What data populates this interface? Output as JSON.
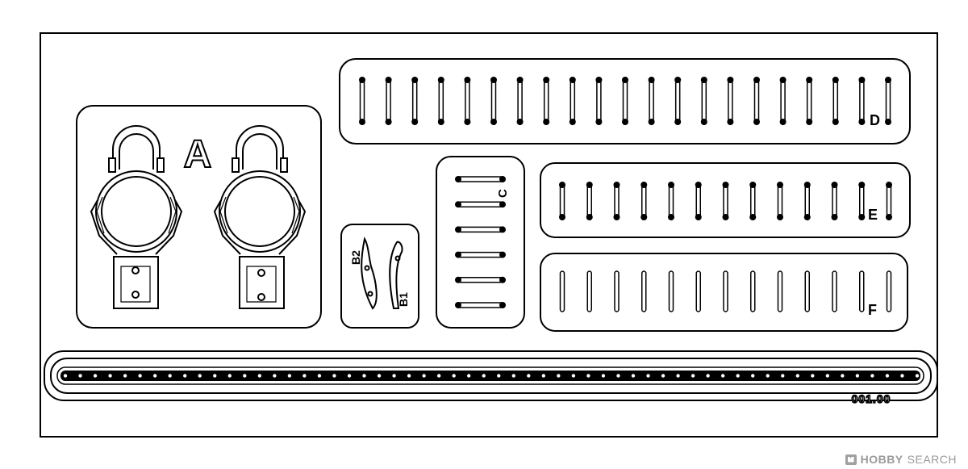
{
  "sheet": {
    "labels": {
      "a": "A",
      "b1": "B1",
      "b2": "B2",
      "c": "C",
      "d": "D",
      "e": "E",
      "f": "F"
    },
    "counts": {
      "d_rods": 21,
      "e_rods": 13,
      "f_rods": 13,
      "c_links": 6,
      "rail_holes": 58
    },
    "stamp": "001.00",
    "colors": {
      "ink": "#000000",
      "paper": "#ffffff"
    }
  },
  "watermark": {
    "icon": "hobby-search-logo-icon",
    "brand": "HOBBY",
    "word": "SEARCH"
  }
}
